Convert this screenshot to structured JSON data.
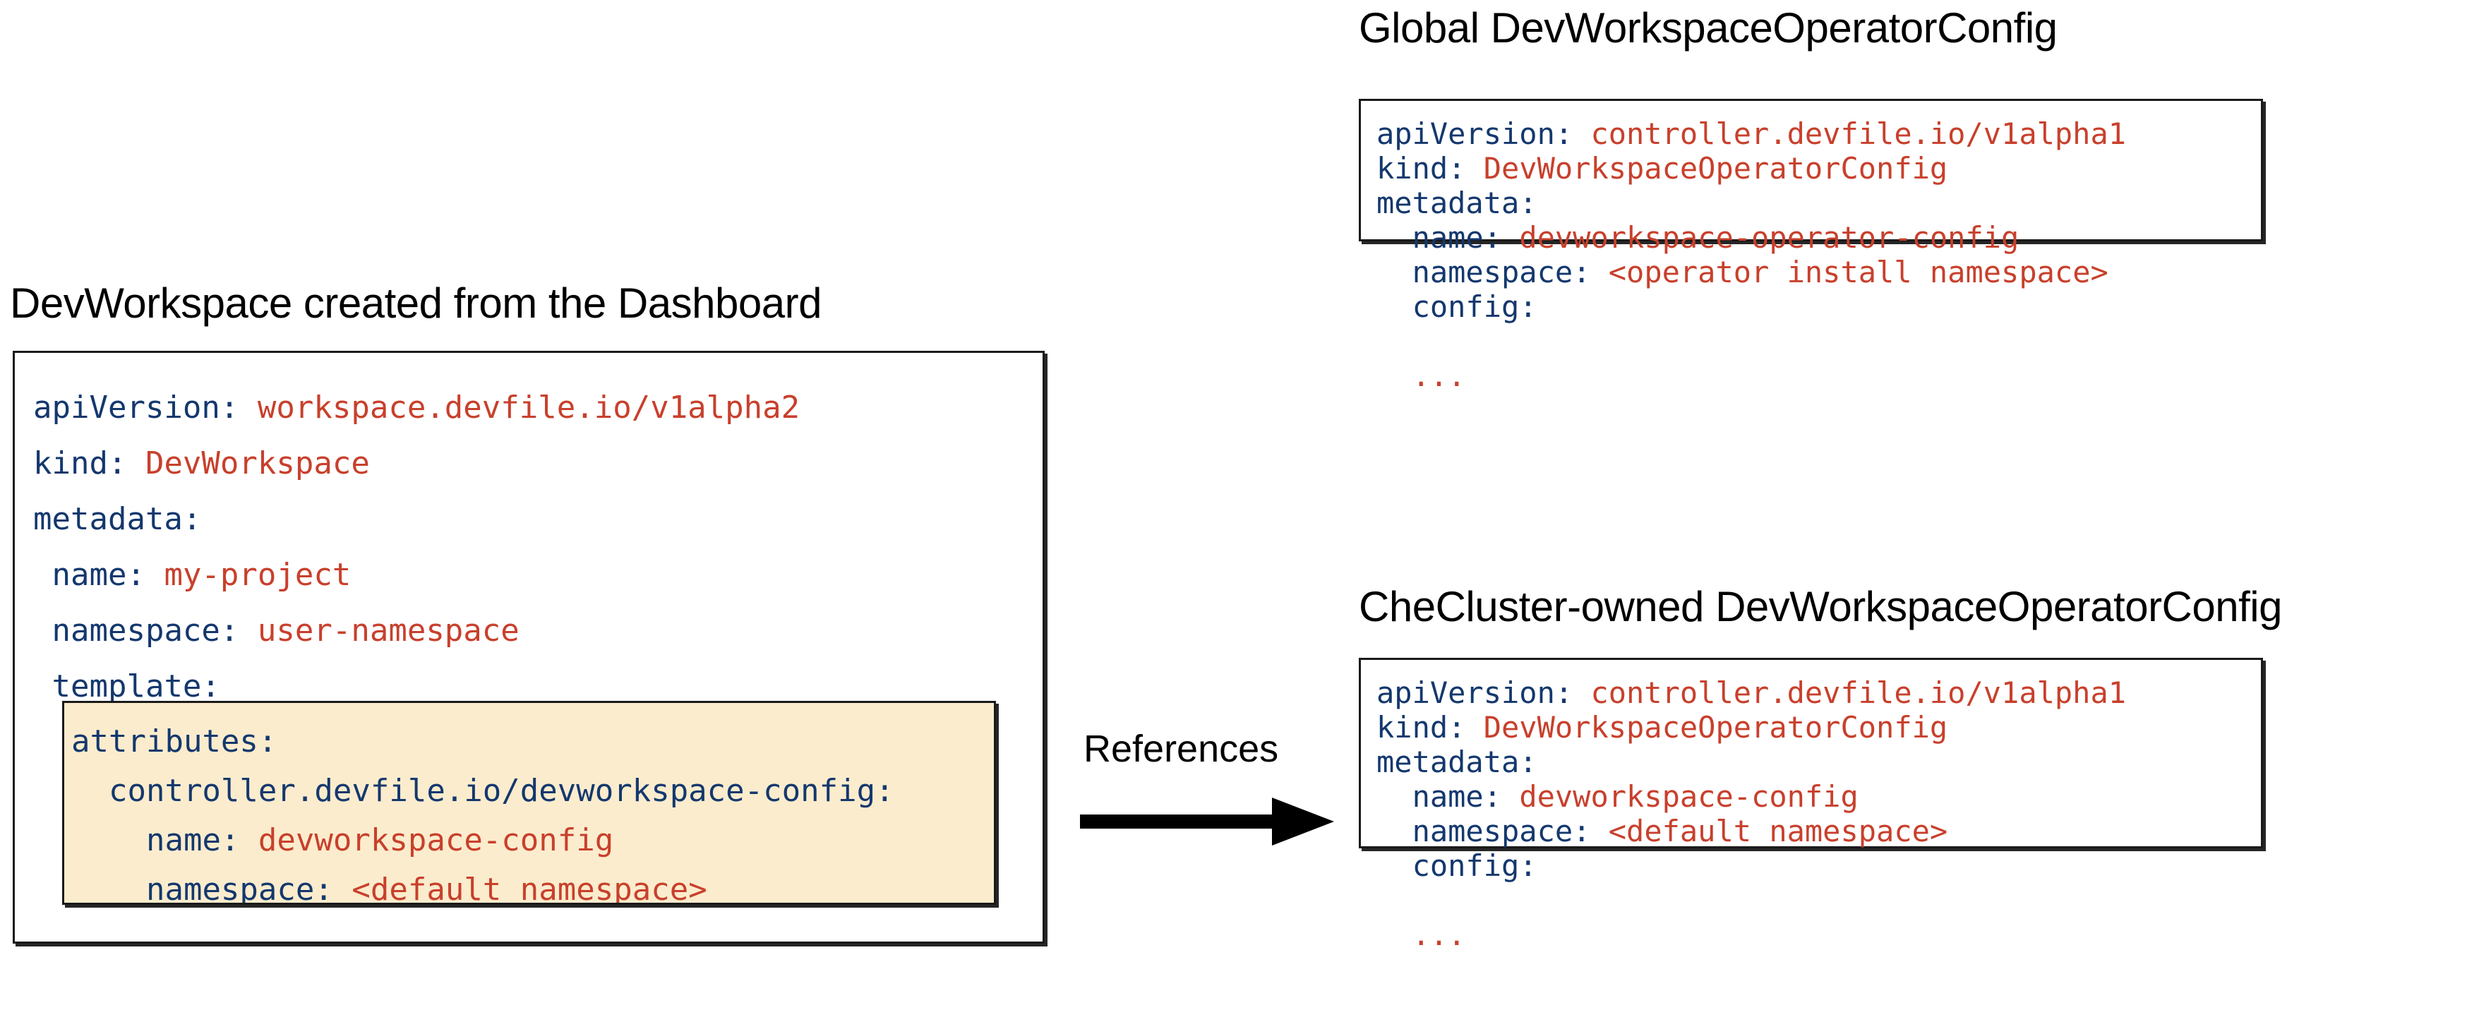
{
  "colors": {
    "key": "#14386e",
    "value": "#c8402c",
    "highlight_bg": "#fbeccd",
    "border": "#1a1a1a",
    "text": "#000000",
    "background": "#ffffff"
  },
  "left_panel": {
    "title": "DevWorkspace created from the Dashboard",
    "code_lines": [
      {
        "key": "apiVersion:",
        "value": "workspace.devfile.io/v1alpha2",
        "indent": 0
      },
      {
        "key": "kind:",
        "value": "DevWorkspace",
        "indent": 0
      },
      {
        "key": "metadata:",
        "value": "",
        "indent": 0
      },
      {
        "key": "name:",
        "value": "my-project",
        "indent": 1
      },
      {
        "key": "namespace:",
        "value": "user-namespace",
        "indent": 1
      },
      {
        "key": "template:",
        "value": "",
        "indent": 1
      }
    ],
    "highlight_block": {
      "code_lines": [
        {
          "key": "attributes:",
          "value": "",
          "indent": 0
        },
        {
          "key": "controller.devfile.io/devworkspace-config:",
          "value": "",
          "indent": 1
        },
        {
          "key": "name:",
          "value": "devworkspace-config",
          "indent": 2
        },
        {
          "key": "namespace:",
          "value": "<default namespace>",
          "indent": 2
        }
      ]
    }
  },
  "connector": {
    "label": "References",
    "icon": "arrow-right-icon",
    "direction": "left-to-right"
  },
  "global_panel": {
    "title": "Global DevWorkspaceOperatorConfig",
    "code_lines": [
      {
        "key": "apiVersion:",
        "value": "controller.devfile.io/v1alpha1",
        "indent": 0
      },
      {
        "key": "kind:",
        "value": "DevWorkspaceOperatorConfig",
        "indent": 0
      },
      {
        "key": "metadata:",
        "value": "",
        "indent": 0
      },
      {
        "key": "name:",
        "value": "devworkspace-operator-config",
        "indent": 1
      },
      {
        "key": "namespace:",
        "value": "<operator install namespace>",
        "indent": 1
      },
      {
        "key": "config:",
        "value": "",
        "indent": 1
      },
      {
        "key": "",
        "value": "",
        "indent": 0
      },
      {
        "key": "",
        "value": "...",
        "indent": 1
      }
    ]
  },
  "checluster_panel": {
    "title": "CheCluster-owned DevWorkspaceOperatorConfig",
    "code_lines": [
      {
        "key": "apiVersion:",
        "value": "controller.devfile.io/v1alpha1",
        "indent": 0
      },
      {
        "key": "kind:",
        "value": "DevWorkspaceOperatorConfig",
        "indent": 0
      },
      {
        "key": "metadata:",
        "value": "",
        "indent": 0
      },
      {
        "key": "name:",
        "value": "devworkspace-config",
        "indent": 1
      },
      {
        "key": "namespace:",
        "value": "<default namespace>",
        "indent": 1
      },
      {
        "key": "config:",
        "value": "",
        "indent": 1
      },
      {
        "key": "",
        "value": "",
        "indent": 0
      },
      {
        "key": "",
        "value": "...",
        "indent": 1
      }
    ]
  }
}
